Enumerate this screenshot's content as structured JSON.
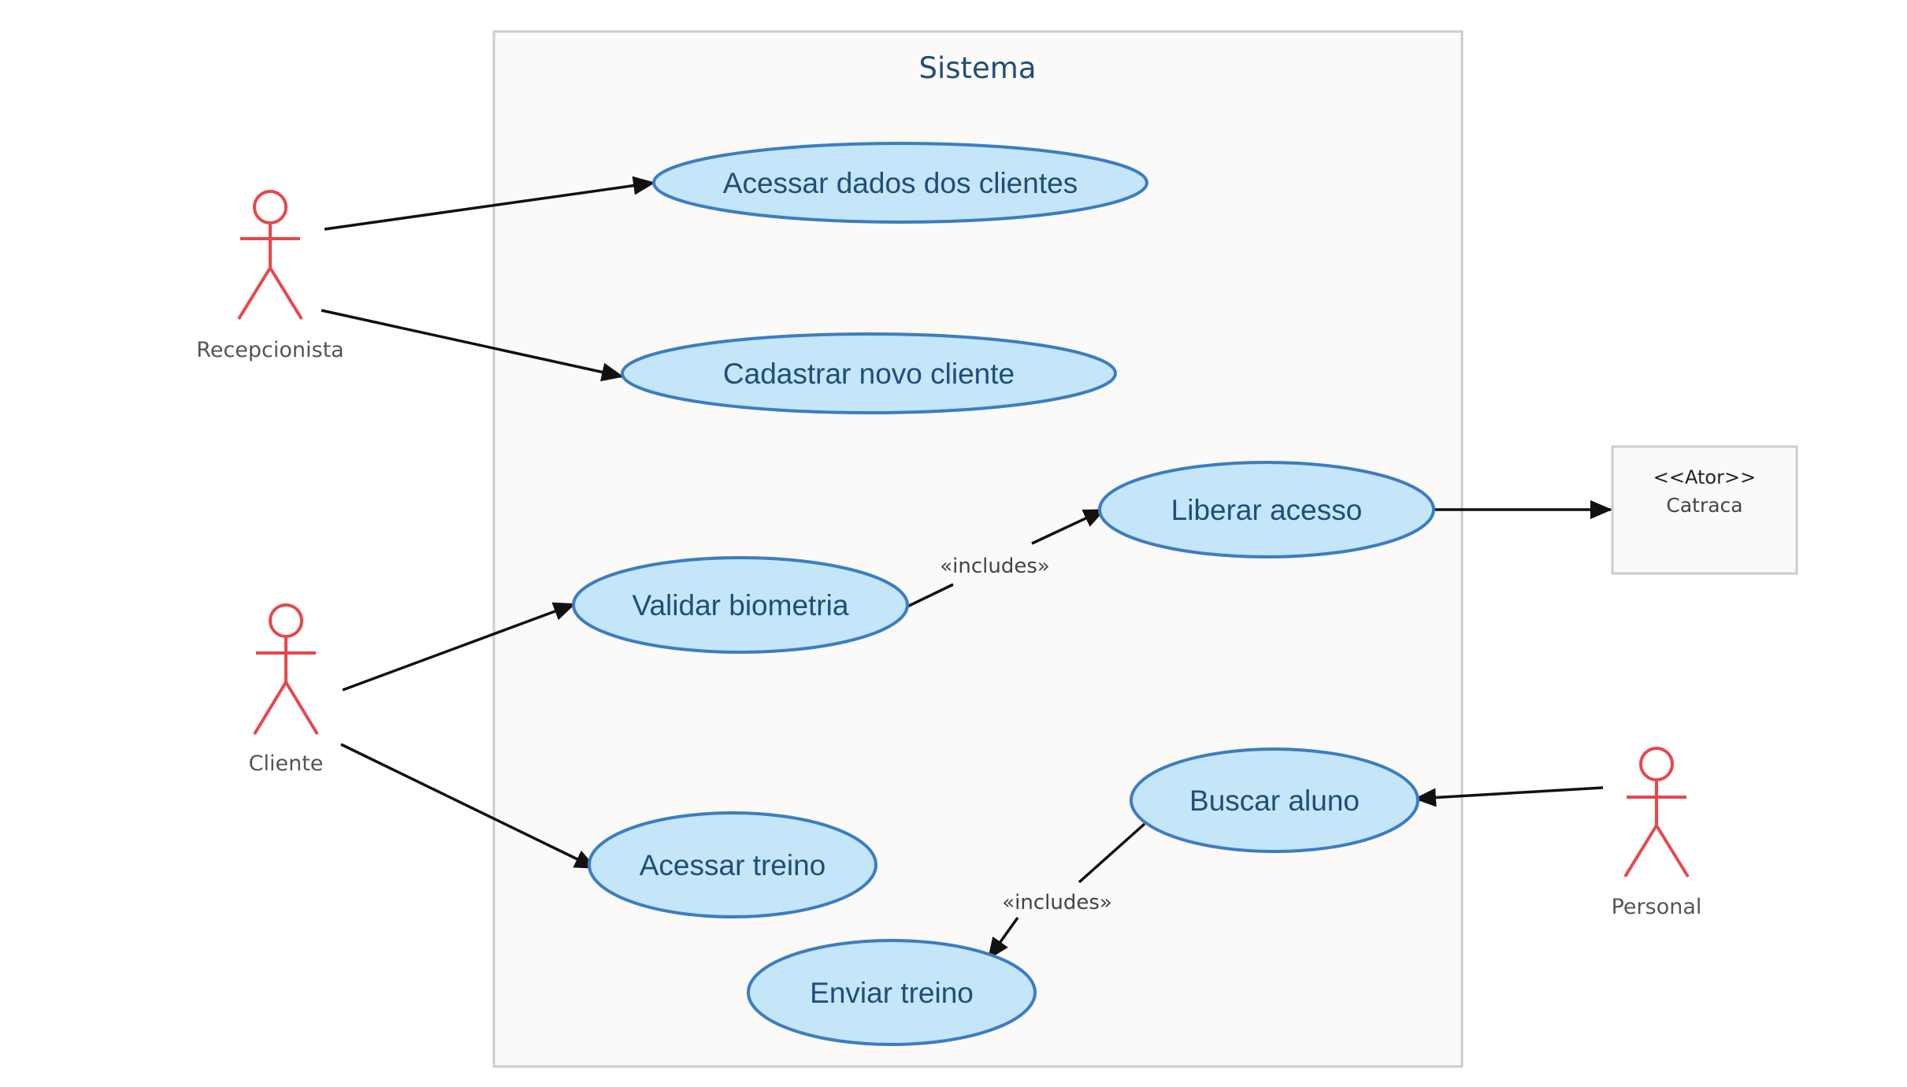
{
  "system": {
    "title": "Sistema"
  },
  "actors": {
    "recepcionista": "Recepcionista",
    "cliente": "Cliente",
    "personal": "Personal",
    "catraca": {
      "stereotype": "<<Ator>>",
      "name": "Catraca"
    }
  },
  "use_cases": {
    "acessar_dados": "Acessar dados dos clientes",
    "cadastrar": "Cadastrar novo cliente",
    "liberar": "Liberar acesso",
    "validar": "Validar biometria",
    "buscar": "Buscar aluno",
    "acessar_treino": "Acessar treino",
    "enviar_treino": "Enviar treino"
  },
  "relations": {
    "includes_1": "«includes»",
    "includes_2": "«includes»"
  },
  "colors": {
    "actor": "#e8474b",
    "use_case_fill": "#c5e5f8",
    "use_case_stroke": "#3b7dc2",
    "system_border": "#cccccc",
    "system_fill": "#fbfaf9"
  }
}
